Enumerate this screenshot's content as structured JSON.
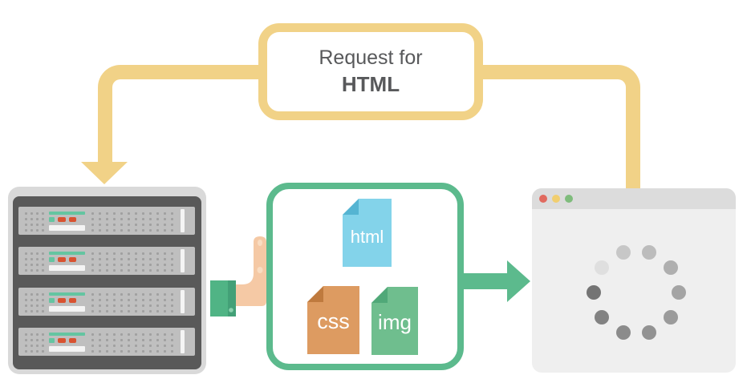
{
  "request_label": {
    "line1": "Request for",
    "line2": "HTML"
  },
  "files": [
    {
      "label": "html",
      "color": "#83D3EA",
      "fold_color": "#55B4D2"
    },
    {
      "label": "css",
      "color": "#DD9B61",
      "fold_color": "#BF7A3E"
    },
    {
      "label": "img",
      "color": "#6FBE8E",
      "fold_color": "#50A878"
    }
  ],
  "server": {
    "unit_count": 4
  },
  "browser": {
    "traffic_lights": [
      {
        "name": "red",
        "color": "#E16A5F"
      },
      {
        "name": "yellow",
        "color": "#F1CE6F"
      },
      {
        "name": "green",
        "color": "#7FBC7C"
      }
    ],
    "spinner": {
      "dot_count": 10,
      "dots": [
        {
          "angle": 180,
          "color": "#747474"
        },
        {
          "angle": 216,
          "color": "#828282"
        },
        {
          "angle": 252,
          "color": "#8B8B8B"
        },
        {
          "angle": 288,
          "color": "#929292"
        },
        {
          "angle": 324,
          "color": "#9B9B9B"
        },
        {
          "angle": 0,
          "color": "#A4A4A4"
        },
        {
          "angle": 36,
          "color": "#AFAFAF"
        },
        {
          "angle": 72,
          "color": "#BCBCBC"
        },
        {
          "angle": 108,
          "color": "#C7C7C7"
        },
        {
          "angle": 144,
          "color": "#DFDFDF"
        }
      ]
    }
  },
  "colors": {
    "background": "#FFFFFF",
    "connector_yellow": "#F1D287",
    "accent_green": "#5CBA8D",
    "text_dark": "#58595B",
    "file_label_text": "#FFFFFF",
    "skin": "#F5C9A5",
    "skin_highlight": "#F9DDC2",
    "sleeve_green": "#50B485",
    "sleeve_green_dark": "#43A077",
    "sleeve_button": "#8AD1AE",
    "server_frame": "#D9D9D9",
    "server_body": "#595959",
    "server_unit": "#BFBFBF",
    "server_vent_dot": "#A0A0A0",
    "server_led_green": "#64C5A1",
    "server_led_red": "#D95230",
    "server_white": "#F4F4F4",
    "browser_body": "#EFEFEF",
    "browser_header": "#DCDCDC"
  }
}
